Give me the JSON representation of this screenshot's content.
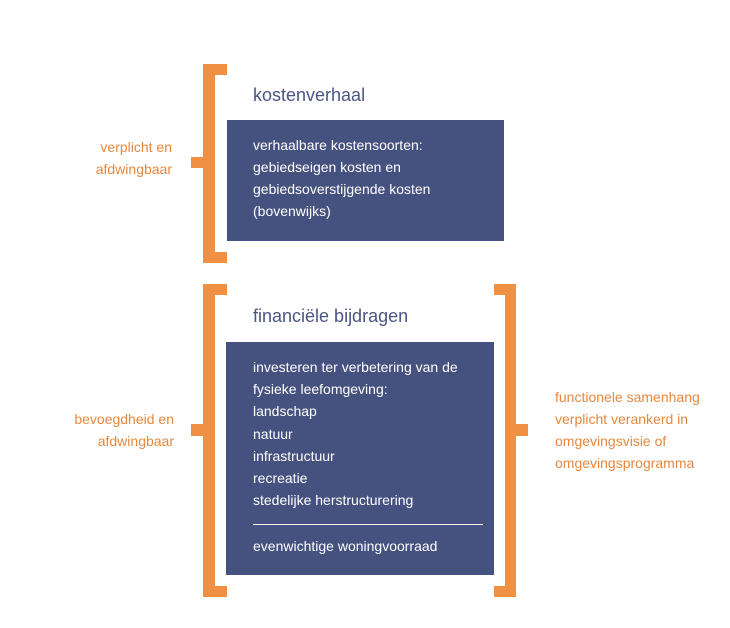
{
  "kostenverhaal": {
    "title": "kostenverhaal",
    "lines": [
      "verhaalbare  kostensoorten:",
      "gebiedseigen  kosten  en",
      "gebiedsoverstijgende  kosten",
      "(bovenwijks)"
    ],
    "left_label": [
      "verplicht en",
      "afdwingbaar"
    ]
  },
  "bijdragen": {
    "title": "financiële bijdragen",
    "lines": [
      "investeren  ter verbetering  van de",
      "fysieke leefomgeving:",
      "landschap",
      "natuur",
      "infrastructuur",
      "recreatie",
      "stedelijke  herstructurering"
    ],
    "after_divider": "evenwichtige  woningvoorraad",
    "left_label": [
      "bevoegdheid en",
      "afdwingbaar"
    ],
    "right_label": [
      "functionele samenhang",
      "verplicht verankerd in",
      "omgevingsvisie of",
      "omgevingsprogramma"
    ]
  },
  "colors": {
    "accent": "#ef9044",
    "box": "#45517f"
  }
}
